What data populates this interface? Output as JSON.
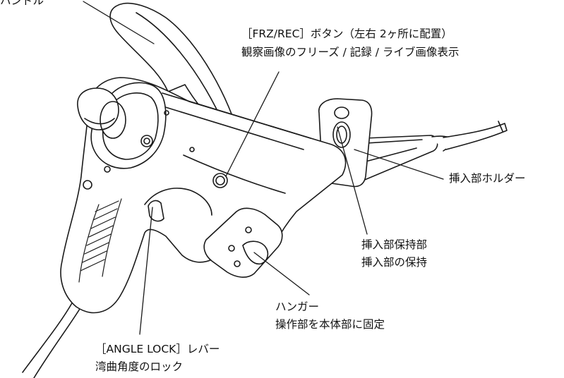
{
  "labels": {
    "top_left": "ハンドル",
    "frz_rec": {
      "line1": "［FRZ/REC］ボタン（左右 2ヶ所に配置）",
      "line2": "観察画像のフリーズ / 記録 / ライブ画像表示"
    },
    "insertion_holder": "挿入部ホルダー",
    "insertion_retainer": {
      "line1": "挿入部保持部",
      "line2": "挿入部の保持"
    },
    "hanger": {
      "line1": "ハンガー",
      "line2": "操作部を本体部に固定"
    },
    "angle_lock": {
      "line1": "［ANGLE LOCK］レバー",
      "line2": "湾曲角度のロック"
    }
  }
}
